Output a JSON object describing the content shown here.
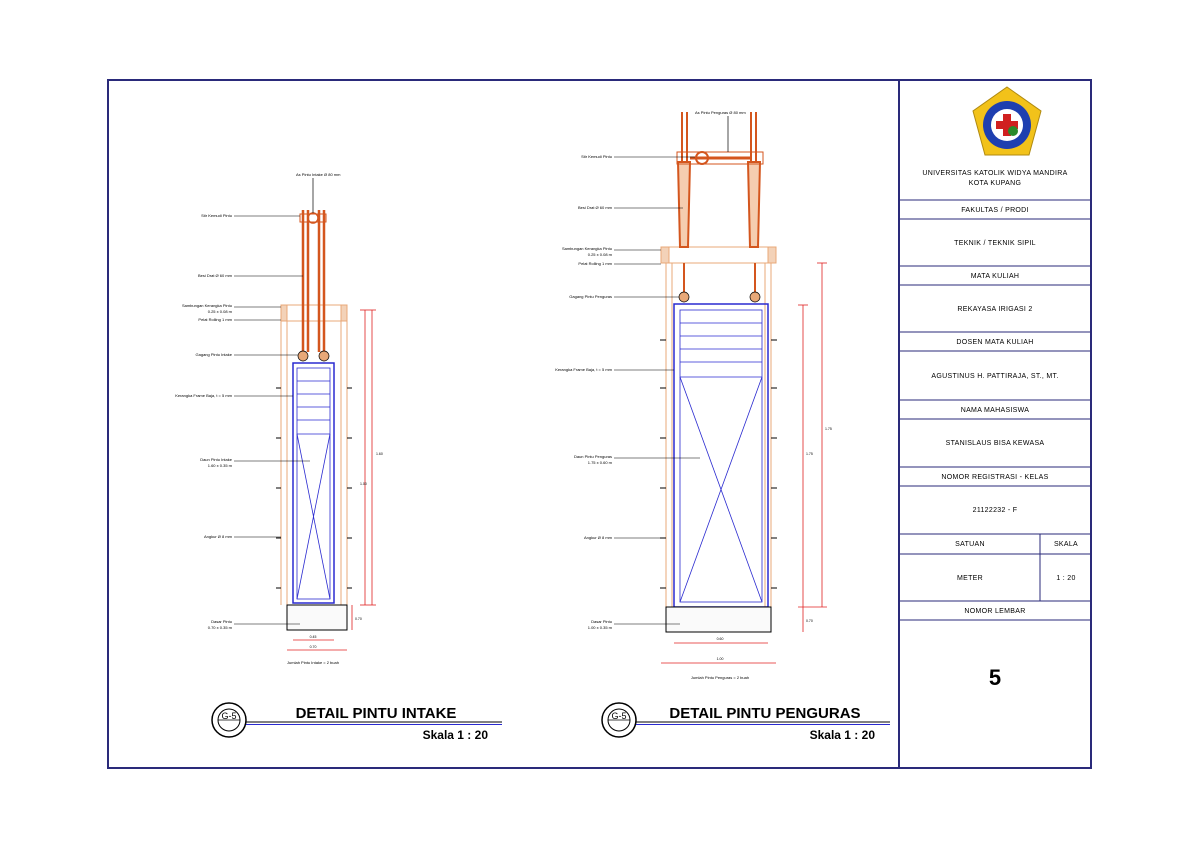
{
  "colors": {
    "border": "#2a2a7a",
    "steel": "#d4561e",
    "frame": "#e8a878",
    "gate": "#2a2ad0",
    "dimension": "#e02020",
    "logo_shield": "#f2c21a",
    "logo_ring": "#1e3fb0"
  },
  "logo_icon": "university-seal-icon",
  "title_block": {
    "university": "UNIVERSITAS KATOLIK WIDYA MANDIRA",
    "city": "KOTA KUPANG",
    "faculty_label": "FAKULTAS / PRODI",
    "faculty_value": "TEKNIK / TEKNIK SIPIL",
    "course_label": "MATA KULIAH",
    "course_value": "REKAYASA IRIGASI 2",
    "lecturer_label": "DOSEN MATA KULIAH",
    "lecturer_value": "AGUSTINUS H. PATTIRAJA, ST., MT.",
    "student_label": "NAMA MAHASISWA",
    "student_value": "STANISLAUS BISA KEWASA",
    "reg_label": "NOMOR REGISTRASI - KELAS",
    "reg_value": "21122232 - F",
    "unit_label": "SATUAN",
    "scale_label": "SKALA",
    "unit_value": "METER",
    "scale_value": "1 : 20",
    "sheet_label": "NOMOR LEMBAR",
    "sheet_value": "5"
  },
  "intake": {
    "title": "DETAIL PINTU INTAKE",
    "scale": "Skala 1 : 20",
    "bubble_top": "G-5",
    "labels": {
      "shaft": "As Pintu Intake Ø 80 mm",
      "wheel": "Stir Kemudi Pintu",
      "rod": "Besi Drat Ø 60 mm",
      "frame1": "Sambungan Kerangka Pintu",
      "frame2": "0.25 x 0.08 m",
      "frame3": "Pelat Rolling 1 mm",
      "handle": "Gagang Pintu Intake",
      "steel_frame": "Kerangka Frame Baja, t = 5 mm",
      "leaf1": "Daun Pintu Intake",
      "leaf2": "1.60 x 0.35 m",
      "angle": "Angkur Ø 8 mm",
      "base1": "Dasar Pintu",
      "base2": "0.70 x 0.35 m",
      "count": "Jumlah Pintu Intake = 2 buah"
    },
    "dims": {
      "v1": "1.60",
      "v2": "1.00",
      "v3": "0.70",
      "h1": "0.45",
      "h2": "0.70"
    }
  },
  "penguras": {
    "title": "DETAIL  PINTU PENGURAS",
    "scale": "Skala 1 : 20",
    "bubble_top": "G-5",
    "labels": {
      "shaft": "As Pintu Penguras Ø 80 mm",
      "wheel": "Stir Kemudi Pintu",
      "rod": "Besi Drat Ø 60 mm",
      "frame1": "Sambungan Kerangka Pintu",
      "frame2": "0.25 x 0.08 m",
      "frame3": "Pelat Rolling 1 mm",
      "handle": "Gagang Pintu Penguras",
      "steel_frame": "Kerangka Frame Baja, t = 5 mm",
      "leaf1": "Daun Pintu Penguras",
      "leaf2": "1.75 x 0.60 m",
      "angle": "Angkur Ø 8 mm",
      "base1": "Dasar Pintu",
      "base2": "1.00 x 0.35 m",
      "count": "Jumlah Pintu Penguras = 2 buah"
    },
    "dims": {
      "v1": "1.75",
      "v2": "1.75",
      "v3": "0.70",
      "h1": "0.60",
      "h2": "1.00"
    }
  }
}
